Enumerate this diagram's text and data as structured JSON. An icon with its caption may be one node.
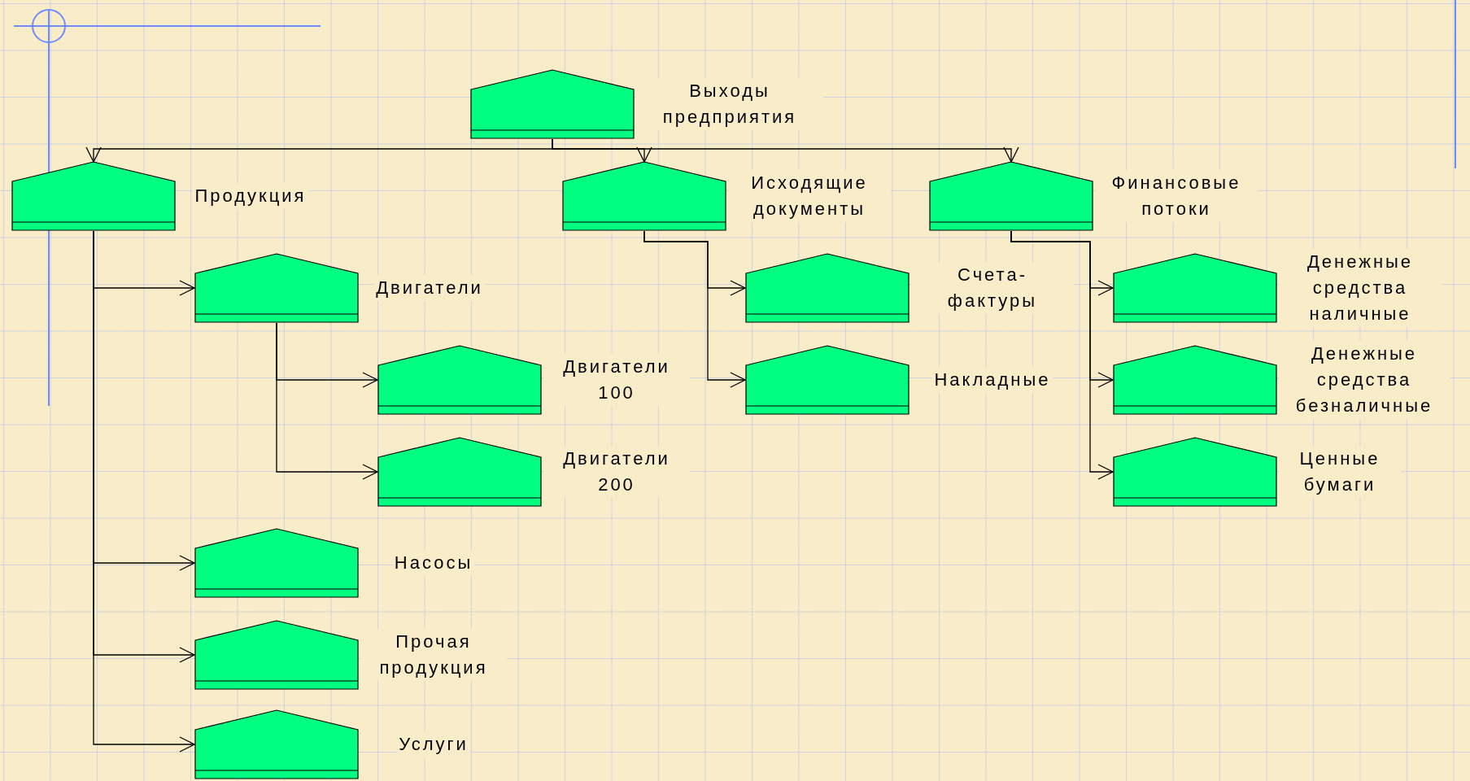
{
  "diagram": {
    "nodes": [
      {
        "text": [
          "Выходы предприятия"
        ]
      },
      {
        "text": [
          "Продукция"
        ]
      },
      {
        "text": [
          "Исходящие документы"
        ]
      },
      {
        "text": [
          "Финансовые потоки"
        ]
      },
      {
        "text": [
          "Двигатели"
        ]
      },
      {
        "text": [
          "Двигатели 100"
        ]
      },
      {
        "text": [
          "Двигатели 200"
        ]
      },
      {
        "text": [
          "Насосы"
        ]
      },
      {
        "text": [
          "Прочая продукция"
        ]
      },
      {
        "text": [
          "Услуги"
        ]
      },
      {
        "text": [
          "Счета-фактуры"
        ]
      },
      {
        "text": [
          "Накладные"
        ]
      },
      {
        "text": [
          "Денежные средства наличные"
        ]
      },
      {
        "text": [
          "Денежные средства безналичные"
        ]
      },
      {
        "text": [
          "Ценные бумаги"
        ]
      }
    ],
    "edges": [
      {
        "from": 0,
        "to": 1,
        "arrow": "to"
      },
      {
        "from": 0,
        "to": 2,
        "arrow": "to"
      },
      {
        "from": 0,
        "to": 3,
        "arrow": "to"
      },
      {
        "from": 1,
        "to": 4,
        "arrow": "to"
      },
      {
        "from": 4,
        "to": 5,
        "arrow": "to"
      },
      {
        "from": 4,
        "to": 6,
        "arrow": "to"
      },
      {
        "from": 1,
        "to": 7,
        "arrow": "to"
      },
      {
        "from": 1,
        "to": 8,
        "arrow": "to"
      },
      {
        "from": 1,
        "to": 9,
        "arrow": "to"
      },
      {
        "from": 2,
        "to": 10,
        "arrow": "to"
      },
      {
        "from": 2,
        "to": 11,
        "arrow": "to"
      },
      {
        "from": 3,
        "to": 12,
        "arrow": "to"
      },
      {
        "from": 3,
        "to": 13,
        "arrow": "to"
      },
      {
        "from": 3,
        "to": 14,
        "arrow": "to"
      }
    ]
  }
}
